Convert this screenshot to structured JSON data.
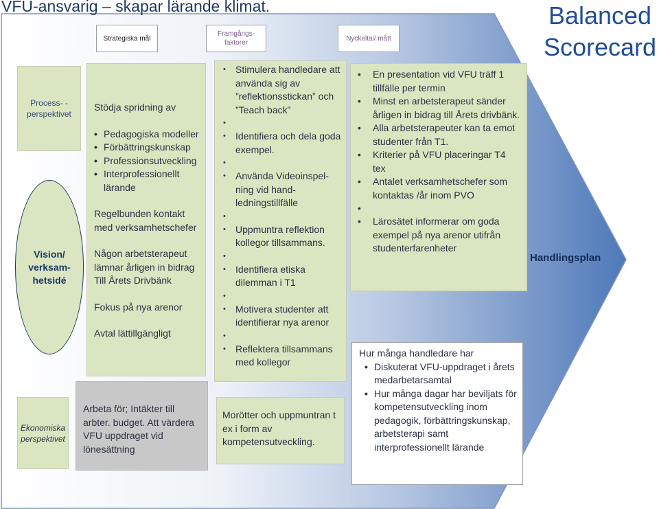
{
  "title": "VFU-ansvarig – skapar lärande klimat.",
  "corner_title": "Balanced Scorecard",
  "headers": {
    "strategic": "Strategiska mål",
    "success": "Framgångs-faktorer",
    "kpi": "Nyckeltal/ mått"
  },
  "perspectives": {
    "process": "Process- - perspektivet",
    "vision": "Vision/ verksam-hetsidé",
    "economic": "Ekonomiska perspektivet"
  },
  "action_plan": "Handlingsplan",
  "goals": {
    "heading": "Stödja spridning av",
    "bullets": [
      "Pedagogiska modeller",
      "Förbättringskunskap",
      "Professionsutveckling",
      "Interprofessionellt lärande"
    ],
    "contact": "Regelbunden kontakt med verksamhetschefer",
    "award": "Någon arbetsterapeut lämnar årligen in bidrag Till Årets Drivbänk",
    "arenas": "Fokus på nya arenor",
    "agreement": "Avtal lättillgängligt"
  },
  "factors": {
    "items": [
      "Stimulera handledare att använda sig av ”reflektionsstickan” och ”Teach back”",
      "Identifiera och dela goda exempel.",
      "Använda Videoinspel-ning vid hand-ledningstillfälle",
      "Uppmuntra reflektion kollegor tillsammans.",
      "Identifiera etiska dilemman i T1",
      "Motivera studenter att identifierar nya arenor",
      "Reflektera tillsammans med kollegor"
    ]
  },
  "kpi": {
    "items": [
      "En presentation vid VFU träff 1 tillfälle per termin",
      "Minst en arbetsterapeut sänder årligen in bidrag till Årets drivbänk.",
      "Alla arbetsterapeuter kan ta emot studenter från T1.",
      "Kriterier på VFU placeringar T4 tex",
      "Antalet verksamhetschefer som kontaktas /år inom PVO",
      "Lärosätet informerar om goda exempel på nya arenor utifrån studenterfarenheter"
    ]
  },
  "econ_goal": "Arbeta för; Intäkter till arbter. budget. Att värdera VFU uppdraget vid lönesättning",
  "econ_factor": "Morötter och uppmuntran t ex i form av kompetensutveckling.",
  "econ_kpi": {
    "heading": "Hur många handledare har",
    "items": [
      "Diskuterat VFU-uppdraget i årets medarbetarsamtal",
      "Hur många dagar har beviljats för kompetensutveckling inom pedagogik, förbättringskunskap, arbetsterapi samt interprofessionellt lärande"
    ]
  },
  "colors": {
    "box_green": "#d9e6c1",
    "box_gray": "#c8c8c8",
    "arrow_dark": "#4f79b9",
    "arrow_light": "#ffffff"
  }
}
